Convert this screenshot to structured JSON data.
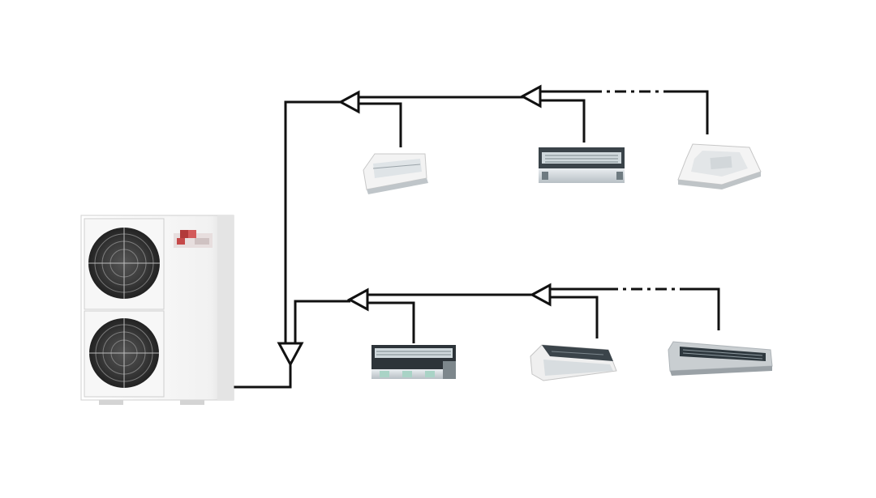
{
  "diagram": {
    "outdoor_unit": {
      "kind": "outdoor-unit",
      "fans": 2,
      "logo": "brand-logo"
    },
    "indoor_units": {
      "upper_branch": [
        "ceiling-cassette-2way",
        "ducted-unit",
        "ceiling-cassette-4way"
      ],
      "lower_branch": [
        "ducted-unit",
        "ducted-unit-open",
        "slim-ducted-unit"
      ]
    },
    "colors": {
      "pipe": "#111111",
      "unit_body": "#f2f2f2",
      "unit_shadow": "#c9c9c9",
      "duct_dark": "#2d3439",
      "duct_grille": "#cfd8dc"
    }
  }
}
